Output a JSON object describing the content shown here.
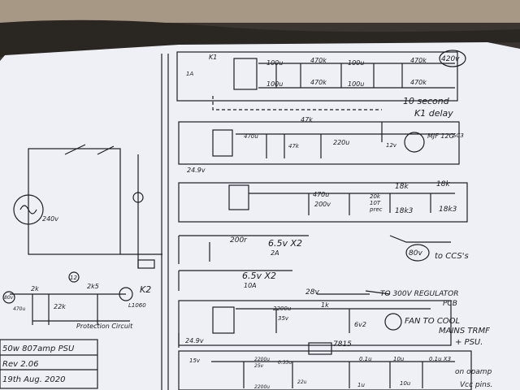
{
  "labels": {
    "relay_k1": "K1",
    "fuse_1a": "1A",
    "cap_100u_a": "100u",
    "cap_100u_b": "100u",
    "res_470k_a": "470k",
    "res_470k_b": "470k",
    "cap_100u_c": "100u",
    "cap_100u_d": "100u",
    "res_470k_c": "470k",
    "res_470k_d": "470k",
    "hv_420": "420v",
    "delay_text_1": "10 second",
    "delay_text_2": "K1 delay",
    "res_47k_top": "47k",
    "cap_470u": "470u",
    "res_47k_mid": "47k",
    "cap_220u": "220u",
    "zener_12v": "12v",
    "mosfet": "MJF 12G",
    "mosfet_a": "SC3",
    "v24_a": "24.9v",
    "cap_470u_200v_1": "470u",
    "cap_470u_200v_2": "200v",
    "trim_20k": "20k",
    "trim_10t": "10T",
    "trim_prec": "prec",
    "res_18k_a": "18k",
    "res_18k_b": "18k",
    "res_18k3_a": "18k3",
    "res_18k3_b": "18k3",
    "v80": "80v",
    "to_ccs": "to CCS's",
    "res_200r": "200r",
    "heater1": "6.5v X2",
    "heater1_a": "2A",
    "heater2": "6.5v X2",
    "heater2_a": "10A",
    "v28": "28v",
    "to_regulator_1": "TO 300V REGULATOR",
    "to_regulator_2": "PCB",
    "cap_2200u": "2200u",
    "cap_2200u_v": "35v",
    "res_1k": "1k",
    "zener_6v2": "6v2",
    "fan_1": "FAN TO COOL",
    "fan_2": "MAINS TRMF",
    "fan_3": "+ PSU.",
    "v24_b": "24.9v",
    "reg_7815": "7815",
    "v15": "15v",
    "cap_2200u_25v_1": "2200u",
    "cap_2200u_25v_2": "25v",
    "cap_2200u_b": "2200u",
    "cap_033": "0.33u",
    "cap_22u": "22u",
    "cap_01u_a": "0.1u",
    "cap_10u_a": "10u",
    "cap_01u_x3": "0.1u X3",
    "cap_1u": "1u",
    "cap_10u_b": "10u",
    "opamp_note_1": "on opamp",
    "opamp_note_2": "Vcc pins.",
    "mains": "240v",
    "relay_k2": "K2",
    "led_ref": "L1060",
    "v12": "12",
    "res_2k": "2k",
    "res_2k5": "2k5",
    "res_22k": "22k",
    "cap_470u_left": "470u",
    "v80_left": "80v",
    "protection": "Protection Circuit",
    "title_1": "50w 807amp PSU",
    "title_2": "Rev 2.06",
    "title_3": "19th Aug. 2020"
  },
  "colors": {
    "background": "#3a3531",
    "paper": "#eef0f6",
    "ink": "#1d1d24"
  }
}
